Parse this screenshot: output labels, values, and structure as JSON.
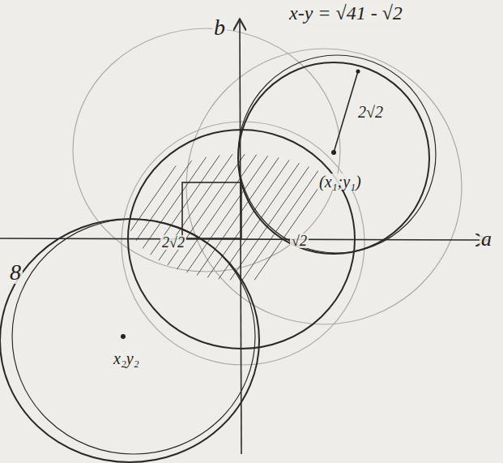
{
  "diagram": {
    "labels": [
      "b",
      "x-y = √41 - √2",
      "2√2",
      "(x₁;y₁)",
      "a",
      "2√2",
      "√2",
      "8",
      "x₂y₂"
    ]
  }
}
